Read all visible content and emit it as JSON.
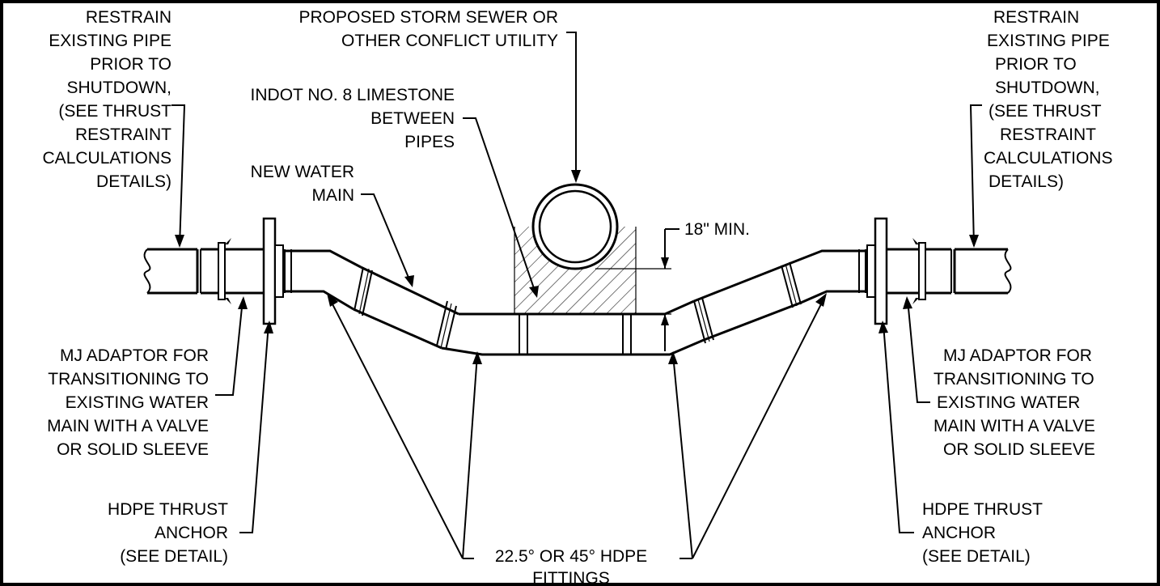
{
  "drawing": {
    "border_color": "#000000",
    "labels": {
      "restrain_left": [
        "RESTRAIN",
        "EXISTING PIPE",
        "PRIOR TO",
        "SHUTDOWN,",
        "(SEE THRUST",
        "RESTRAINT",
        "CALCULATIONS",
        "DETAILS)"
      ],
      "restrain_right": [
        "RESTRAIN",
        "EXISTING PIPE",
        "PRIOR TO",
        "SHUTDOWN,",
        "(SEE THRUST",
        "RESTRAINT",
        "CALCULATIONS",
        "DETAILS)"
      ],
      "storm_sewer": [
        "PROPOSED STORM SEWER OR",
        "OTHER CONFLICT UTILITY"
      ],
      "limestone": [
        "INDOT NO. 8 LIMESTONE",
        "BETWEEN",
        "PIPES"
      ],
      "new_water_main": [
        "NEW WATER",
        "MAIN"
      ],
      "clearance": "18\" MIN.",
      "mj_adaptor_left": [
        "MJ ADAPTOR  FOR",
        "TRANSITIONING TO",
        "EXISTING WATER",
        "MAIN WITH A VALVE",
        "OR SOLID SLEEVE"
      ],
      "mj_adaptor_right": [
        "MJ ADAPTOR  FOR",
        "TRANSITIONING TO",
        "EXISTING WATER",
        "MAIN WITH A VALVE",
        "OR SOLID SLEEVE"
      ],
      "thrust_anchor_left": [
        "HDPE THRUST",
        "ANCHOR",
        "(SEE DETAIL)"
      ],
      "thrust_anchor_right": [
        "HDPE THRUST",
        "ANCHOR",
        "(SEE DETAIL)"
      ],
      "fittings": [
        "22.5° OR 45°  HDPE",
        "FITTINGS"
      ]
    }
  }
}
